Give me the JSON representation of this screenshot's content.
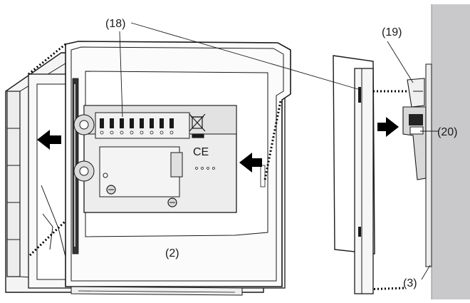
{
  "callouts": {
    "c18": "(18)",
    "c19": "(19)",
    "c20": "(20)",
    "c2": "(2)",
    "c3": "(3)"
  },
  "device_marks": {
    "ce_mark": "CE"
  },
  "colors": {
    "line": "#1a1a1a",
    "frame_fill": "#f4f4f4",
    "cover_fill": "#ffffff",
    "module_fill": "#e9e9e9",
    "wall_fill": "#c9c9cb",
    "arrow": "#000000"
  },
  "icons": [
    "arrow-left-icon",
    "arrow-right-icon",
    "weee-bin-icon",
    "ce-mark-icon"
  ]
}
